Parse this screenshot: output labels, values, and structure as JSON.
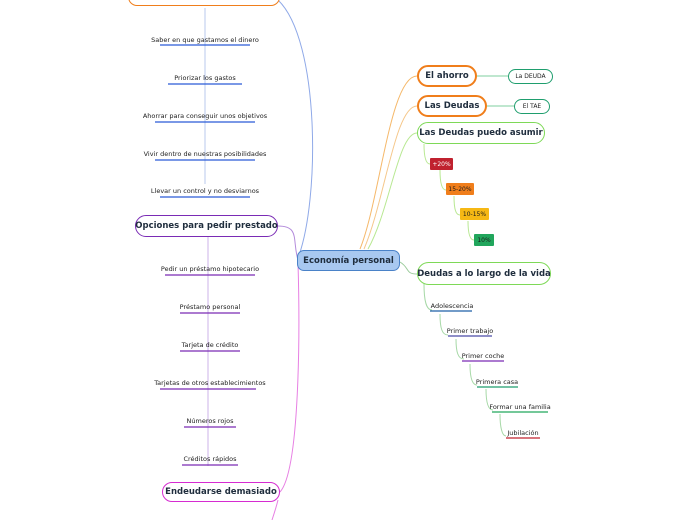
{
  "center": {
    "label": "Economía personal"
  },
  "left_top": {
    "items": [
      "Saber en que gastamos el dinero",
      "Priorizar los gastos",
      "Ahorrar para conseguir unos objetivos",
      "Vivir dentro de nuestras posibilidades",
      "Llevar un control y no desviarnos"
    ]
  },
  "opciones": {
    "label": "Opciones para pedir prestado",
    "items": [
      "Pedir un préstamo hipotecario",
      "Préstamo personal",
      "Tarjeta de crédito",
      "Tarjetas de otros establecimientos",
      "Números rojos",
      "Créditos rápidos"
    ]
  },
  "endeudarse": {
    "label": "Endeudarse demasiado"
  },
  "ahorro": {
    "label": "El ahorro",
    "child": "La DEUDA"
  },
  "deudas": {
    "label": "Las Deudas",
    "child": "El TAE"
  },
  "puedo": {
    "label": "Las Deudas puedo asumir",
    "tags": [
      {
        "label": "+20%",
        "color": "#c0212f"
      },
      {
        "label": "15-20%",
        "color": "#f07e1b"
      },
      {
        "label": "10-15%",
        "color": "#f6b814"
      },
      {
        "label": "10%",
        "color": "#21a65c"
      }
    ]
  },
  "largo": {
    "label": "Deudas a lo largo de la vida",
    "items": [
      "Adolescencia",
      "Primer trabajo",
      "Primer coche",
      "Primera casa",
      "Formar una familia",
      "Jubilación"
    ]
  },
  "colors": {
    "blue": "#2a5bd7",
    "purple": "#7a2bb5",
    "magenta": "#d62bd1",
    "orange": "#f07e1b",
    "teal": "#1f9e6e",
    "lime": "#7ed957",
    "center_fill": "#a8c8f0"
  }
}
